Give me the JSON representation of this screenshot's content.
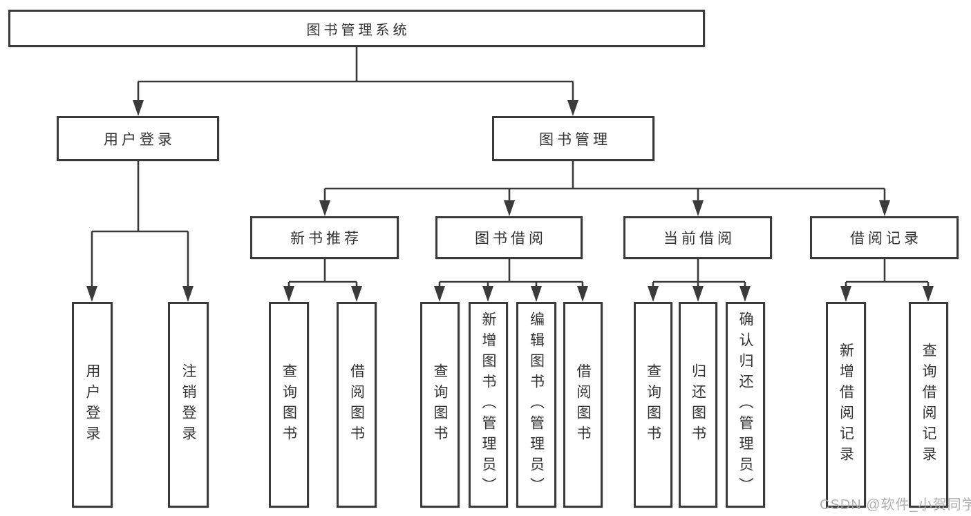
{
  "diagram": {
    "root": {
      "label": "图书管理系统"
    },
    "level2": {
      "user_login": {
        "label": "用户登录"
      },
      "book_management": {
        "label": "图书管理"
      }
    },
    "level3": {
      "new_book_recommend": {
        "label": "新书推荐"
      },
      "book_borrow": {
        "label": "图书借阅"
      },
      "current_borrow": {
        "label": "当前借阅"
      },
      "borrow_record": {
        "label": "借阅记录"
      }
    },
    "leaves": {
      "user_login": {
        "label": "用户登录"
      },
      "logout": {
        "label": "注销登录"
      },
      "rec_query_book": {
        "label": "查询图书"
      },
      "rec_borrow_book": {
        "label": "借阅图书"
      },
      "bb_query_book": {
        "label": "查询图书"
      },
      "bb_add_book": {
        "label": "新增图书（管理员）"
      },
      "bb_edit_book": {
        "label": "编辑图书（管理员）"
      },
      "bb_borrow_book": {
        "label": "借阅图书"
      },
      "cb_query_book": {
        "label": "查询图书"
      },
      "cb_return_book": {
        "label": "归还图书"
      },
      "cb_confirm_return": {
        "label": "确认归还（管理员）"
      },
      "br_add_record": {
        "label": "新增借阅记录"
      },
      "br_query_record": {
        "label": "查询借阅记录"
      }
    },
    "colors": {
      "line": "#3a3a3a",
      "box_border": "#3a3a3a",
      "box_fill": "#ffffff",
      "text": "#333333",
      "watermark": "#a8a8a8"
    }
  },
  "watermark": {
    "text": "CSDN @软件_小贺同学"
  }
}
